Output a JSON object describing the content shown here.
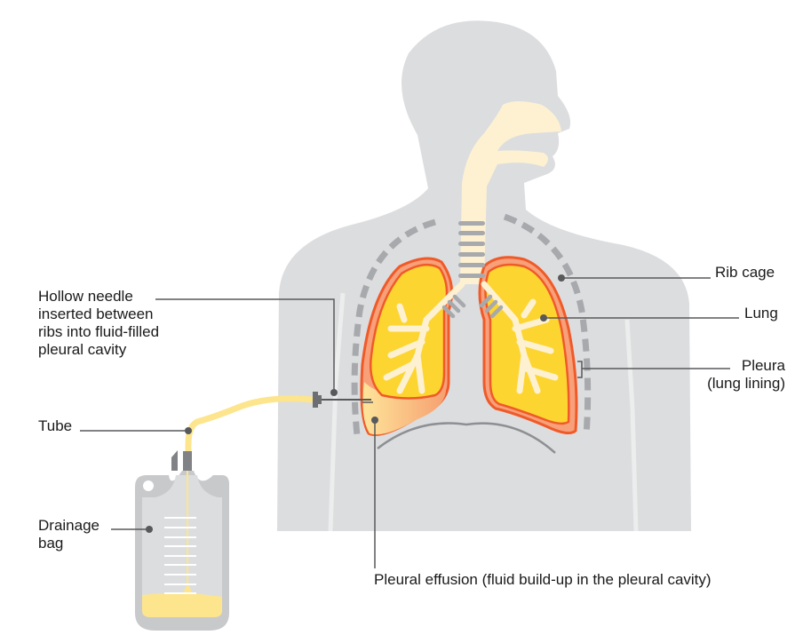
{
  "labels": {
    "needle": [
      "Hollow needle",
      "inserted between",
      "ribs into fluid-filled",
      "pleural cavity"
    ],
    "tube": "Tube",
    "bag": [
      "Drainage",
      "bag"
    ],
    "rib_cage": "Rib cage",
    "lung": "Lung",
    "pleura": [
      "Pleura",
      "(lung lining)"
    ],
    "effusion": "Pleural effusion (fluid build-up in the pleural cavity)"
  },
  "colors": {
    "body": "#dcdddf",
    "lung": "#fdd531",
    "pleura": "#f05a28",
    "fluid": "#fde58d",
    "airway": "#fdf1d2",
    "rings": "#a7a9ac"
  }
}
